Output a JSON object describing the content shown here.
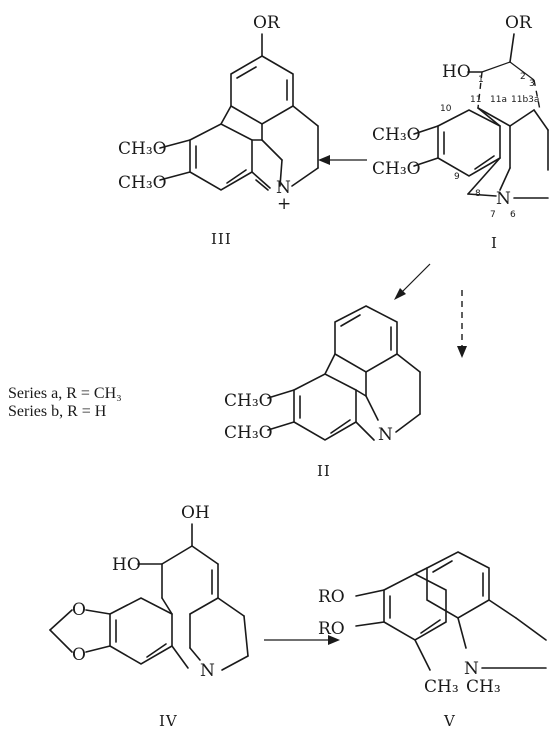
{
  "labels": {
    "or": "OR",
    "ho": "HO",
    "oh": "OH",
    "ch3o": "CH₃O",
    "ro": "RO",
    "n": "N",
    "plus": "+",
    "ch3": "CH₃",
    "o": "O"
  },
  "numbers": {
    "n1": "1",
    "n2": "2",
    "n3": "3",
    "n10": "10",
    "n11": "11",
    "n11a": "11a",
    "n11b3a": "11b3a",
    "n9": "9",
    "n8": "8",
    "n7": "7",
    "n6": "6"
  },
  "compounds": {
    "I": "I",
    "II": "II",
    "III": "III",
    "IV": "IV",
    "V": "V"
  },
  "series": {
    "a": "Series a, R = CH₃",
    "b": "Series b, R = H"
  }
}
